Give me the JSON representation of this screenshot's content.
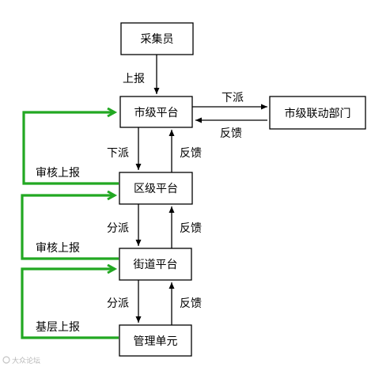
{
  "nodes": {
    "collector": "采集员",
    "city_platform": "市级平台",
    "city_departments": "市级联动部门",
    "district_platform": "区级平台",
    "street_platform": "街道平台",
    "grid_unit": "管理单元"
  },
  "edges": {
    "collector_to_city": "上报",
    "city_to_departments": "下派",
    "departments_to_city": "反馈",
    "city_to_district": "下派",
    "district_to_city": "反馈",
    "district_to_street": "分派",
    "street_to_district": "反馈",
    "street_to_unit": "分派",
    "unit_to_street": "反馈"
  },
  "green_paths": {
    "district_to_city": "审核上报",
    "street_to_district": "审核上报",
    "unit_to_street": "基层上报"
  },
  "watermark": "大众论坛",
  "colors": {
    "green_path": "#22a822",
    "box_stroke": "#000000"
  }
}
